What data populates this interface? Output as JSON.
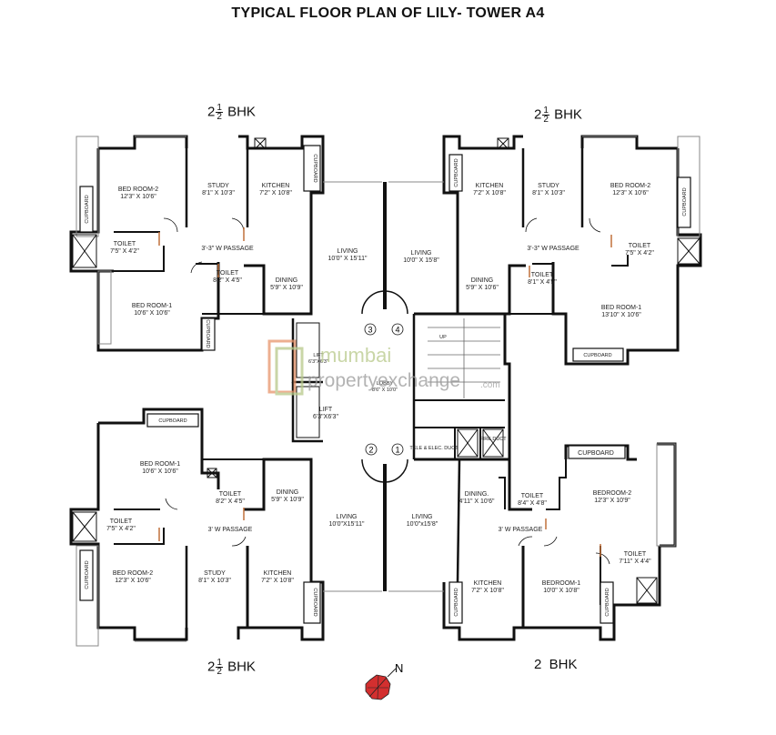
{
  "title": "TYPICAL FLOOR PLAN OF LILY- TOWER A4",
  "unit_labels": {
    "top_left": {
      "whole": "2",
      "num": "1",
      "den": "2",
      "suffix": "BHK"
    },
    "top_right": {
      "whole": "2",
      "num": "1",
      "den": "2",
      "suffix": "BHK"
    },
    "bottom_left": {
      "whole": "2",
      "num": "1",
      "den": "2",
      "suffix": "BHK"
    },
    "bottom_right": {
      "text": "2  BHK"
    }
  },
  "rooms": {
    "tl_bed2": {
      "name": "BED ROOM-2",
      "size": "12'3\" X 10'6\""
    },
    "tl_study": {
      "name": "STUDY",
      "size": "8'1\" X 10'3\""
    },
    "tl_kitchen": {
      "name": "KITCHEN",
      "size": "7'2\" X 10'8\""
    },
    "tl_toilet1": {
      "name": "TOILET",
      "size": "7'5\" X 4'2\""
    },
    "tl_passage": {
      "name": "3'-3\" W PASSAGE"
    },
    "tl_living": {
      "name": "LIVING",
      "size": "10'0\" X 15'11\""
    },
    "tl_toilet2": {
      "name": "TOILET",
      "size": "8'2\" X 4'5\""
    },
    "tl_dining": {
      "name": "DINING",
      "size": "5'9\" X 10'9\""
    },
    "tl_bed1": {
      "name": "BED ROOM-1",
      "size": "10'6\" X 10'6\""
    },
    "tr_kitchen": {
      "name": "KITCHEN",
      "size": "7'2\" X 10'8\""
    },
    "tr_study": {
      "name": "STUDY",
      "size": "8'1\" X 10'3\""
    },
    "tr_bed2": {
      "name": "BED ROOM-2",
      "size": "12'3\" X 10'6\""
    },
    "tr_living": {
      "name": "LIVING",
      "size": "10'0\" X 15'8\""
    },
    "tr_passage": {
      "name": "3'-3\" W PASSAGE"
    },
    "tr_toilet1": {
      "name": "TOILET",
      "size": "7'5\" X 4'2\""
    },
    "tr_dining": {
      "name": "DINING",
      "size": "5'9\" X 10'6\""
    },
    "tr_toilet2": {
      "name": "TOILET",
      "size": "8'1\" X 4'5\""
    },
    "tr_bed1": {
      "name": "BED ROOM-1",
      "size": "13'10\" X 10'6\""
    },
    "bl_bed1": {
      "name": "BED ROOM-1",
      "size": "10'6\" X 10'6\""
    },
    "bl_toilet2": {
      "name": "TOILET",
      "size": "8'2\" X 4'5\""
    },
    "bl_dining": {
      "name": "DINING",
      "size": "5'9\" X 10'9\""
    },
    "bl_toilet1": {
      "name": "TOILET",
      "size": "7'5\" X 4'2\""
    },
    "bl_passage": {
      "name": "3' W PASSAGE"
    },
    "bl_living": {
      "name": "LIVING",
      "size": "10'0\"X15'11\""
    },
    "bl_bed2": {
      "name": "BED ROOM-2",
      "size": "12'3\" X 10'6\""
    },
    "bl_study": {
      "name": "STUDY",
      "size": "8'1\" X 10'3\""
    },
    "bl_kitchen": {
      "name": "KITCHEN",
      "size": "7'2\" X 10'8\""
    },
    "br_living": {
      "name": "LIVING",
      "size": "10'0\"x15'8\""
    },
    "br_dining": {
      "name": "DINING.",
      "size": "4'11\" X 10'6\""
    },
    "br_toilet1": {
      "name": "TOILET",
      "size": "8'4\" X 4'8\""
    },
    "br_bed2": {
      "name": "BEDROOM-2",
      "size": "12'3\" X 10'9\""
    },
    "br_passage": {
      "name": "3' W PASSAGE"
    },
    "br_toilet2": {
      "name": "TOILET",
      "size": "7'11\" X 4'4\""
    },
    "br_kitchen": {
      "name": "KITCHEN",
      "size": "7'2\" X 10'8\""
    },
    "br_bed1": {
      "name": "BEDROOM-1",
      "size": "10'0\" X 10'8\""
    }
  },
  "core": {
    "lift_upper": {
      "name": "LIFT",
      "size": "6'3\"X6'3\""
    },
    "lift_lower": {
      "name": "LIFT",
      "size": "6'3\"X6'3\""
    },
    "lobby": {
      "name": "LOBBY",
      "size": "8'6\" X 10'0\""
    },
    "tele_elec_duct": "TELE & ELEC. DUCT",
    "fire_duct": "FIRE DUCT",
    "up_label": "UP",
    "door_numbers": [
      "1",
      "2",
      "3",
      "4"
    ]
  },
  "cupboard_label": "CUPBOARD",
  "watermark": {
    "line1": "mumbai",
    "line2": "propertyexchange",
    "suffix": ".com"
  },
  "north": {
    "label": "N"
  },
  "colors": {
    "wall": "#111111",
    "door_accent": "#c0703a",
    "watermark_orange": "#e8956b",
    "watermark_green": "#b8c98a",
    "watermark_grey": "#9a9a9a",
    "compass_red": "#d32f2f"
  }
}
